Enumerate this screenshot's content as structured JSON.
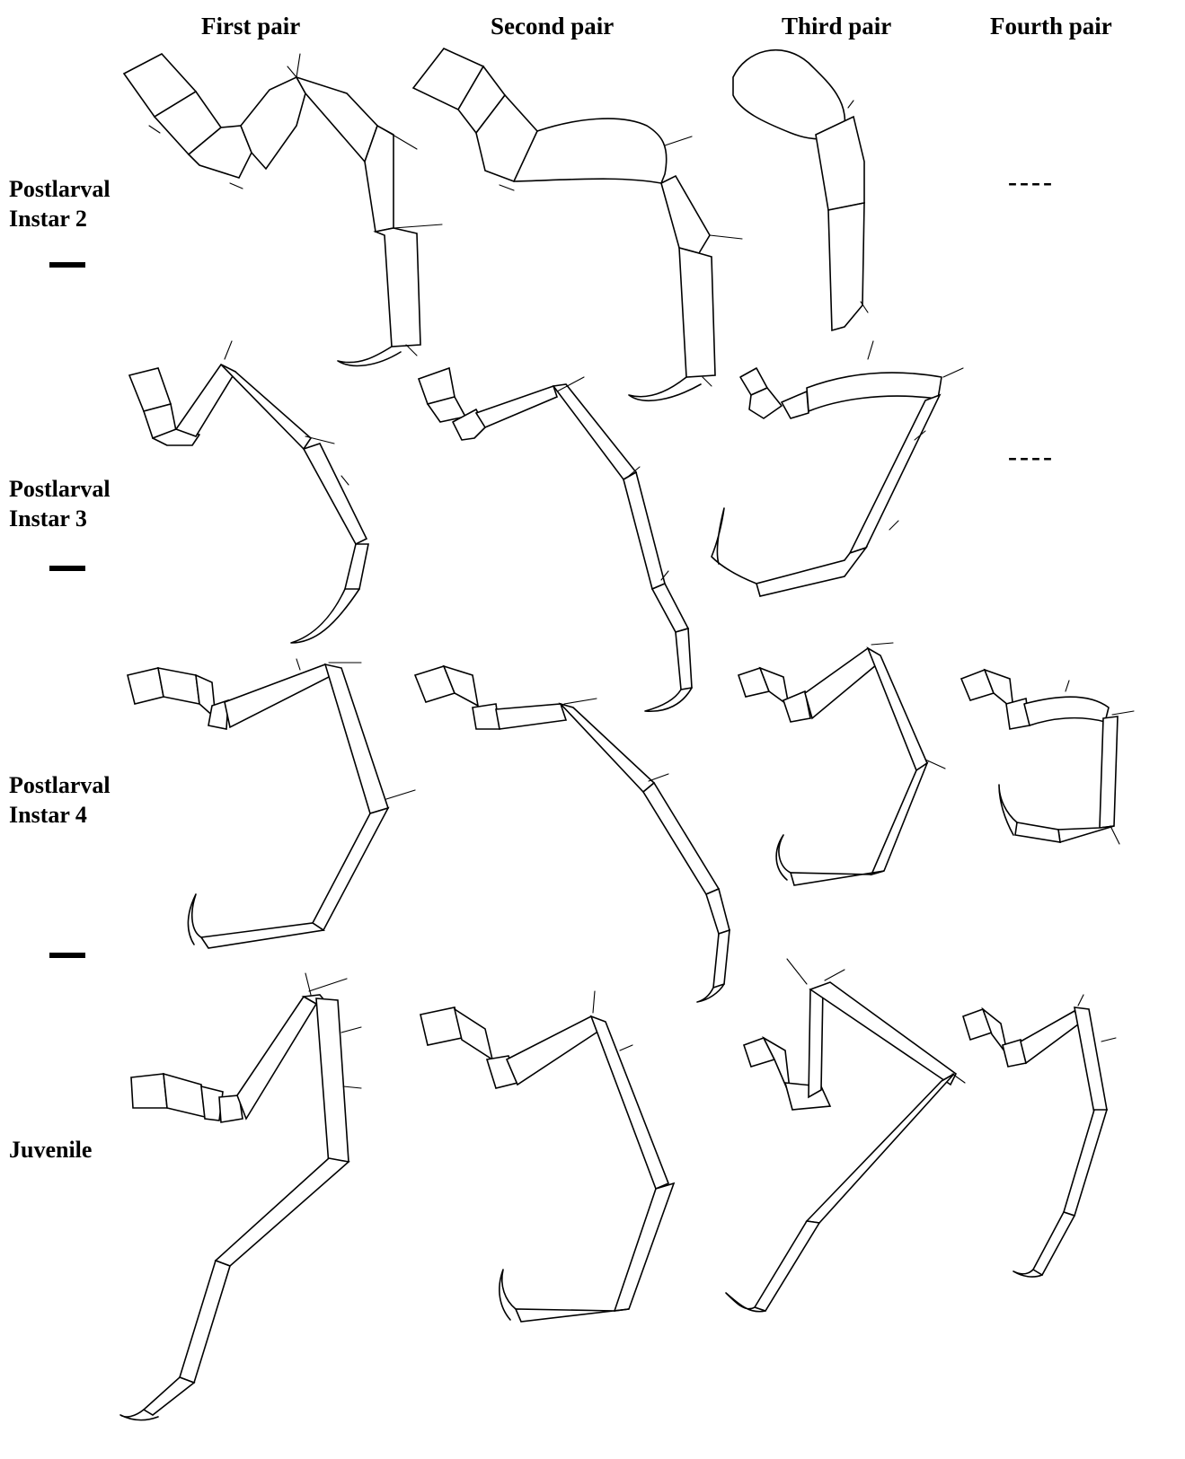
{
  "columns": [
    "First pair",
    "Second pair",
    "Third pair",
    "Fourth pair"
  ],
  "rows": [
    {
      "line1": "Postlarval",
      "line2": "Instar 2"
    },
    {
      "line1": "Postlarval",
      "line2": "Instar 3"
    },
    {
      "line1": "Postlarval",
      "line2": "Instar 4"
    },
    {
      "line1": "Juvenile",
      "line2": ""
    }
  ],
  "absent_marker": "----",
  "figure": {
    "subject": "pereiopod pairs across developmental stages",
    "absent_cells": [
      {
        "row": "Postlarval Instar 2",
        "column": "Fourth pair"
      },
      {
        "row": "Postlarval Instar 3",
        "column": "Fourth pair"
      }
    ]
  }
}
